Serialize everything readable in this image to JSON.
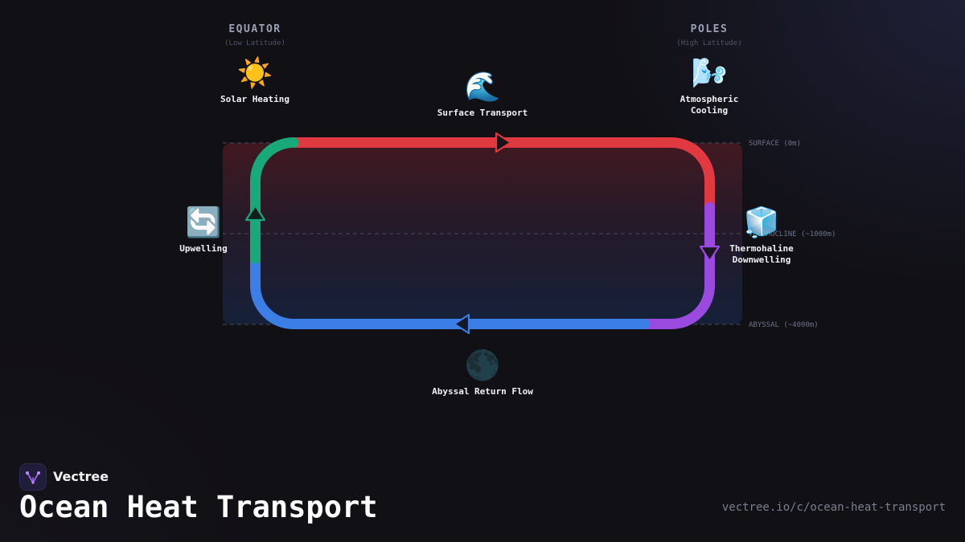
{
  "regions": {
    "equator": {
      "title": "EQUATOR",
      "subtitle": "(Low Latitude)"
    },
    "poles": {
      "title": "POLES",
      "subtitle": "(High Latitude)"
    }
  },
  "nodes": {
    "solar_heating": {
      "icon": "☀️",
      "icon_name": "sun-icon",
      "label": "Solar Heating"
    },
    "surface_transport": {
      "icon": "🌊",
      "icon_name": "wave-icon",
      "label": "Surface Transport"
    },
    "atmospheric_cooling": {
      "icon": "🌬️",
      "icon_name": "wind-icon",
      "label_line1": "Atmospheric",
      "label_line2": "Cooling"
    },
    "upwelling": {
      "icon": "🔄",
      "icon_name": "cycle-arrows-icon",
      "label": "Upwelling"
    },
    "thermohaline_downwelling": {
      "icon": "🧊",
      "icon_name": "ice-cube-icon",
      "label_line1": "Thermohaline",
      "label_line2": "Downwelling"
    },
    "abyssal_return_flow": {
      "icon": "🌑",
      "icon_name": "dark-moon-icon",
      "label": "Abyssal Return Flow"
    }
  },
  "depth_layers": {
    "surface": "SURFACE (0m)",
    "thermocline": "THERMOCLINE (~1000m)",
    "abyssal": "ABYSSAL (~4000m)"
  },
  "colors": {
    "warm_surface": "#e0393f",
    "downwelling": "#9b4ae0",
    "cold_deep": "#3a7ee6",
    "upwelling": "#18a87a"
  },
  "brand": {
    "name": "Vectree",
    "logo_icon": "vectree-logo-icon"
  },
  "title": "Ocean Heat Transport",
  "url": "vectree.io/c/ocean-heat-transport"
}
